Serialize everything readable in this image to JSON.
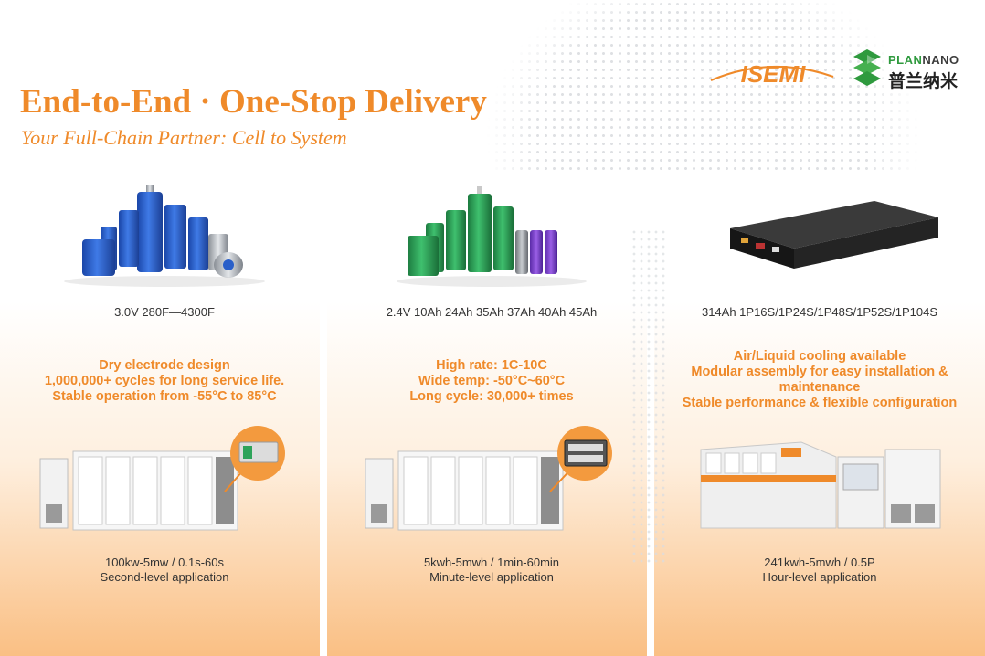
{
  "header": {
    "title": "End-to-End · One-Stop Delivery",
    "subtitle": "Your Full-Chain Partner: Cell to System"
  },
  "logos": {
    "isemi": "ISEMI",
    "plannano_en_a": "PLAN",
    "plannano_en_b": "NANO",
    "plannano_cn": "普兰纳米"
  },
  "colors": {
    "accent": "#ef8a2a",
    "text": "#333333",
    "cell_blue": "#2a5fc9",
    "cell_green": "#2ea35a"
  },
  "columns": [
    {
      "spec": "3.0V 280F—4300F",
      "features": [
        "Dry electrode design",
        "1,000,000+ cycles for long service life.",
        "Stable operation from -55°C to 85°C"
      ],
      "application_range": "100kw-5mw / 0.1s-60s",
      "application_level": "Second-level application"
    },
    {
      "spec": "2.4V 10Ah 24Ah 35Ah 37Ah 40Ah 45Ah",
      "features": [
        "High rate: 1C-10C",
        "Wide temp: -50°C~60°C",
        "Long cycle: 30,000+ times"
      ],
      "application_range": "5kwh-5mwh / 1min-60min",
      "application_level": "Minute-level application"
    },
    {
      "spec": "314Ah 1P16S/1P24S/1P48S/1P52S/1P104S",
      "features": [
        "Air/Liquid cooling available",
        "Modular assembly for easy installation & maintenance",
        "Stable performance & flexible configuration"
      ],
      "application_range": "241kwh-5mwh / 0.5P",
      "application_level": "Hour-level application"
    }
  ]
}
